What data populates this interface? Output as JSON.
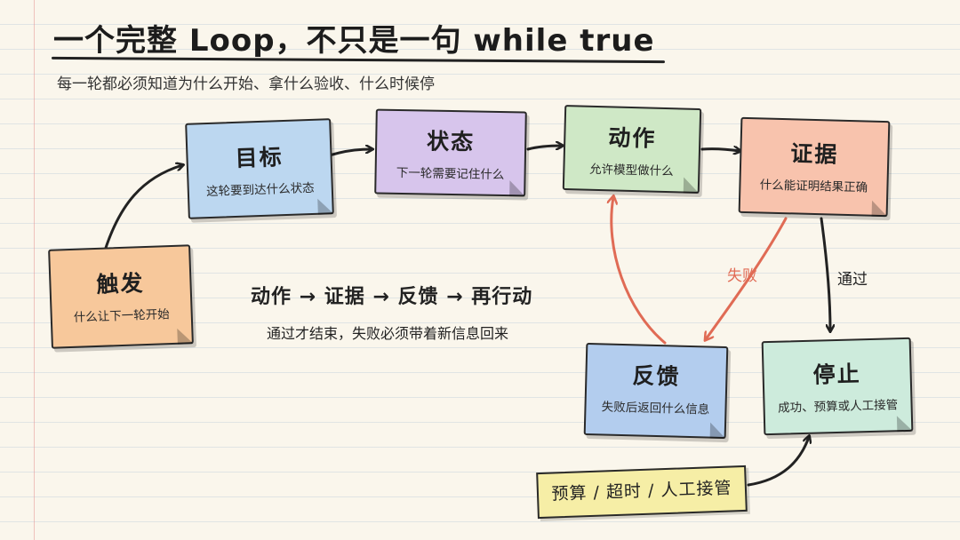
{
  "title": "一个完整 Loop，不只是一句 while true",
  "subtitle": "每一轮都必须知道为什么开始、拿什么验收、什么时候停",
  "nodes": {
    "trigger": {
      "title": "触发",
      "subtitle": "什么让下一轮开始",
      "color": "#f7c89b"
    },
    "goal": {
      "title": "目标",
      "subtitle": "这轮要到达什么状态",
      "color": "#bcd7f0"
    },
    "state": {
      "title": "状态",
      "subtitle": "下一轮需要记住什么",
      "color": "#d7c5ec"
    },
    "action": {
      "title": "动作",
      "subtitle": "允许模型做什么",
      "color": "#cfe8c6"
    },
    "evidence": {
      "title": "证据",
      "subtitle": "什么能证明结果正确",
      "color": "#f8c3ad"
    },
    "feedback": {
      "title": "反馈",
      "subtitle": "失败后返回什么信息",
      "color": "#b3cdee"
    },
    "stop": {
      "title": "停止",
      "subtitle": "成功、预算或人工接管",
      "color": "#cdebdc"
    }
  },
  "flow_summary": "动作 → 证据 → 反馈 → 再行动",
  "flow_note": "通过才结束，失败必须带着新信息回来",
  "edge_labels": {
    "fail": "失败",
    "pass": "通过"
  },
  "stop_triggers": "预算 / 超时 / 人工接管",
  "colors": {
    "fail_arrow": "#e06b55",
    "ink": "#222222"
  }
}
